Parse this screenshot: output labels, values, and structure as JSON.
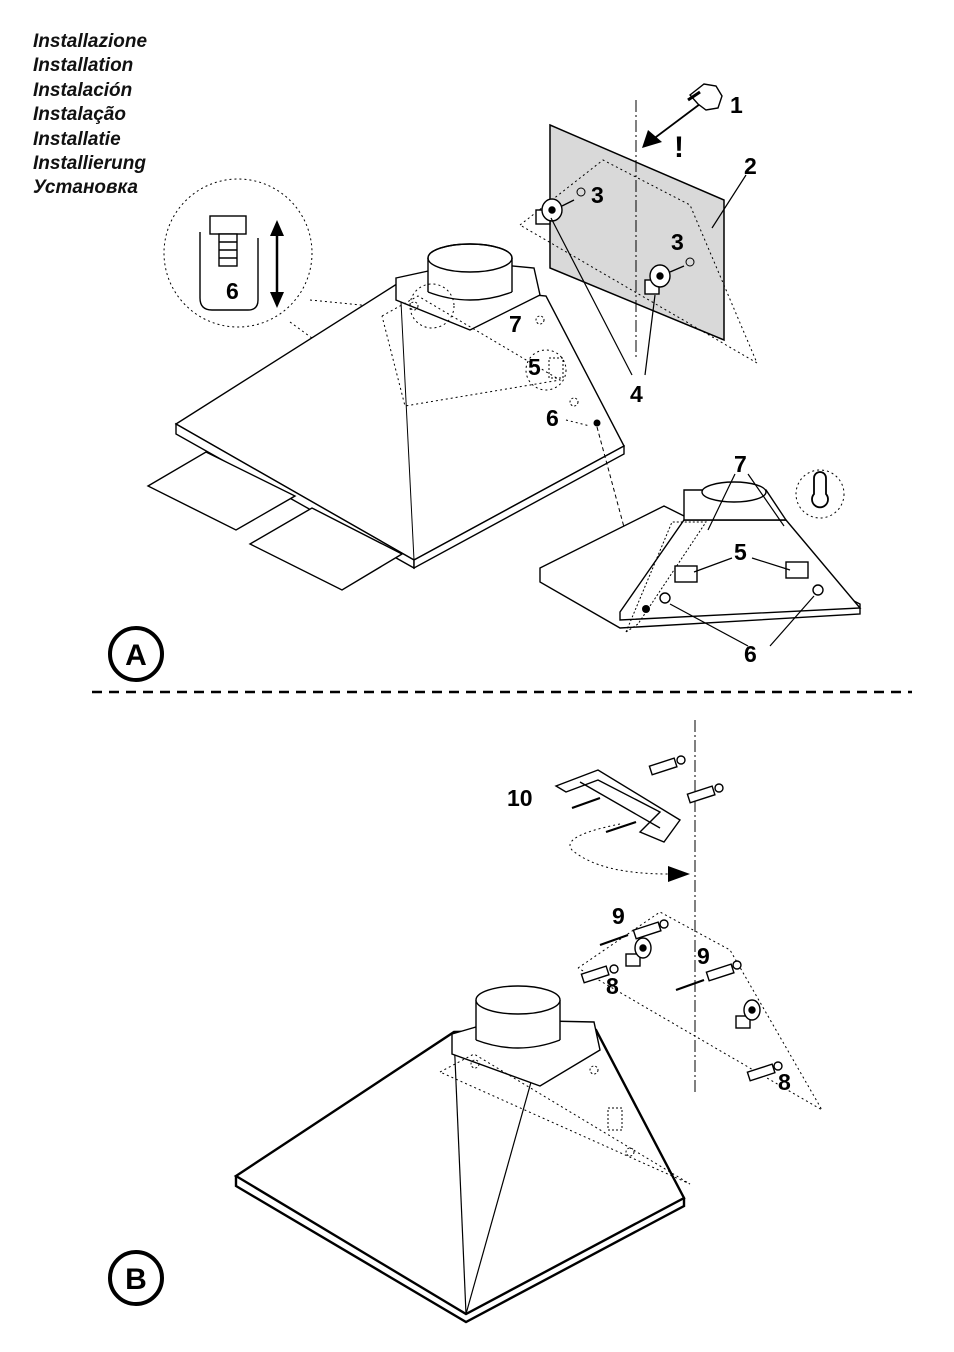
{
  "titles": [
    "Installazione",
    "Installation",
    "Instalación",
    "Instalação",
    "Installatie",
    "Installierung",
    "Установка"
  ],
  "section_a": "A",
  "section_b": "B",
  "warning": "!",
  "callouts": {
    "n1": "1",
    "n2": "2",
    "n3a": "3",
    "n3b": "3",
    "n4": "4",
    "n5a": "5",
    "n5b": "5",
    "n6a": "6",
    "n6b": "6",
    "n6c": "6",
    "n7a": "7",
    "n7b": "7",
    "n8a": "8",
    "n8b": "8",
    "n9a": "9",
    "n9b": "9",
    "n10": "10"
  },
  "colors": {
    "line": "#000000",
    "wall_panel": "#d9d9d9"
  }
}
